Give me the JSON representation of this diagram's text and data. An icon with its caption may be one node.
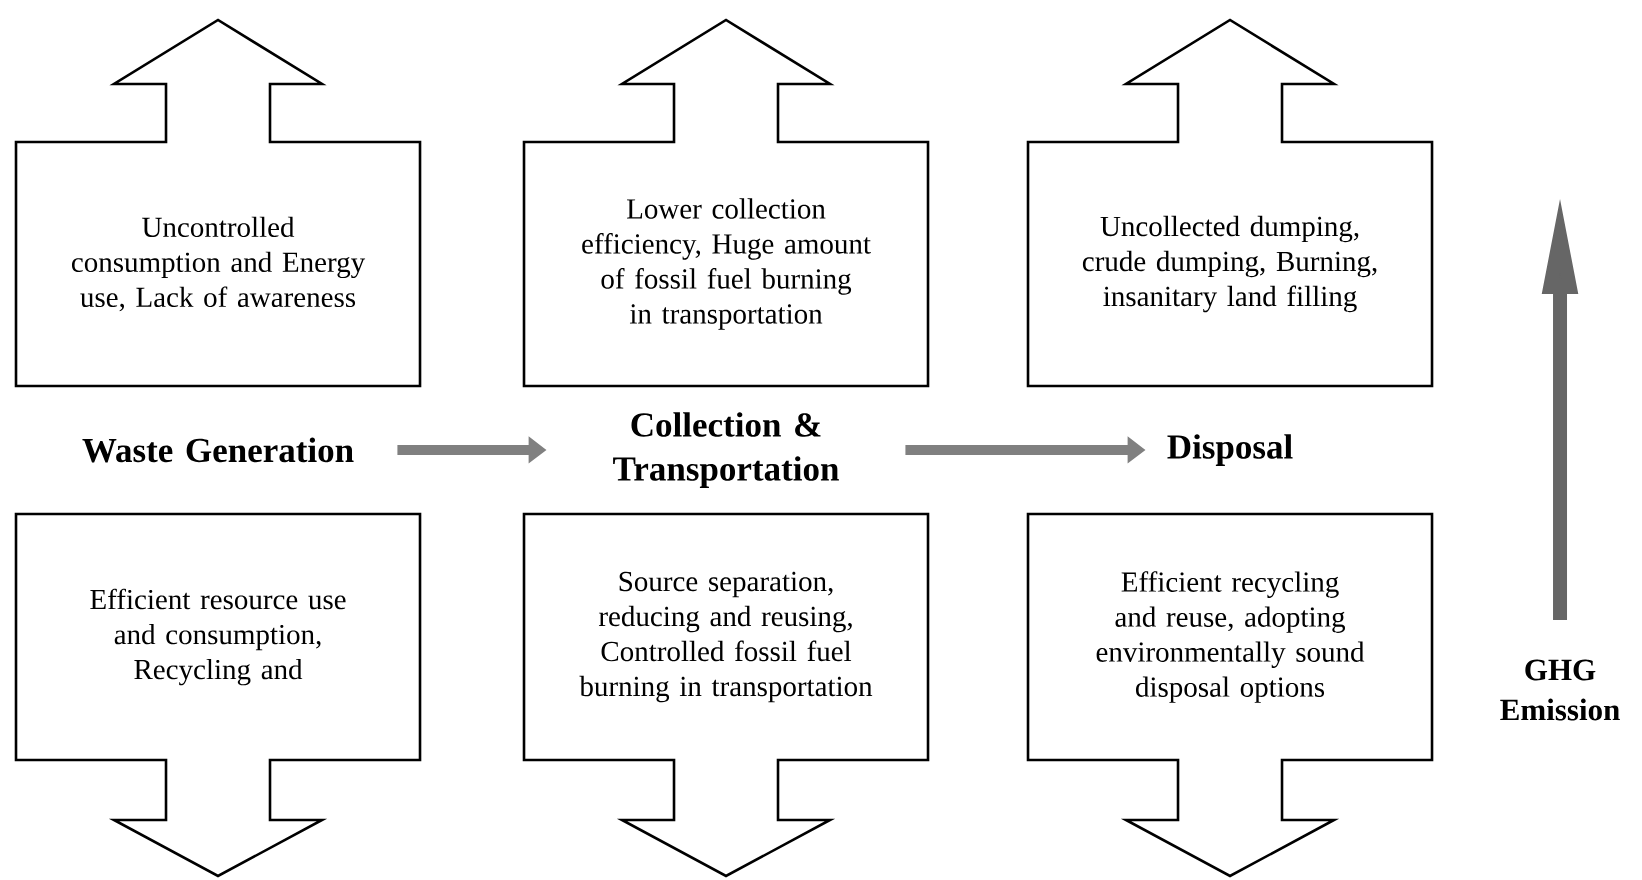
{
  "diagram": {
    "nodes": [
      {
        "text": [
          "Uncontrolled consumption and Energy use, Lack of awareness"
        ]
      },
      {
        "text": [
          "Lower collection efficiency, Huge amount of fossil fuel burning in transportation"
        ]
      },
      {
        "text": [
          "Uncollected dumping, crude dumping, Burning, insanitary land filling"
        ]
      },
      {
        "text": [
          "Waste Generation"
        ]
      },
      {
        "text": [
          "Collection & Transportation"
        ]
      },
      {
        "text": [
          "Disposal"
        ]
      },
      {
        "text": [
          "Efficient resource use and consumption, Recycling and"
        ]
      },
      {
        "text": [
          "Source separation, reducing and reusing, Controlled fossil fuel burning in transportation"
        ]
      },
      {
        "text": [
          "Efficient recycling and reuse, adopting environmentally sound disposal options"
        ]
      }
    ],
    "edges": [
      {
        "from": 3,
        "to": 4,
        "arrow": "to"
      },
      {
        "from": 4,
        "to": 5,
        "arrow": "to"
      }
    ],
    "labels": [
      "GHG Emission"
    ]
  }
}
